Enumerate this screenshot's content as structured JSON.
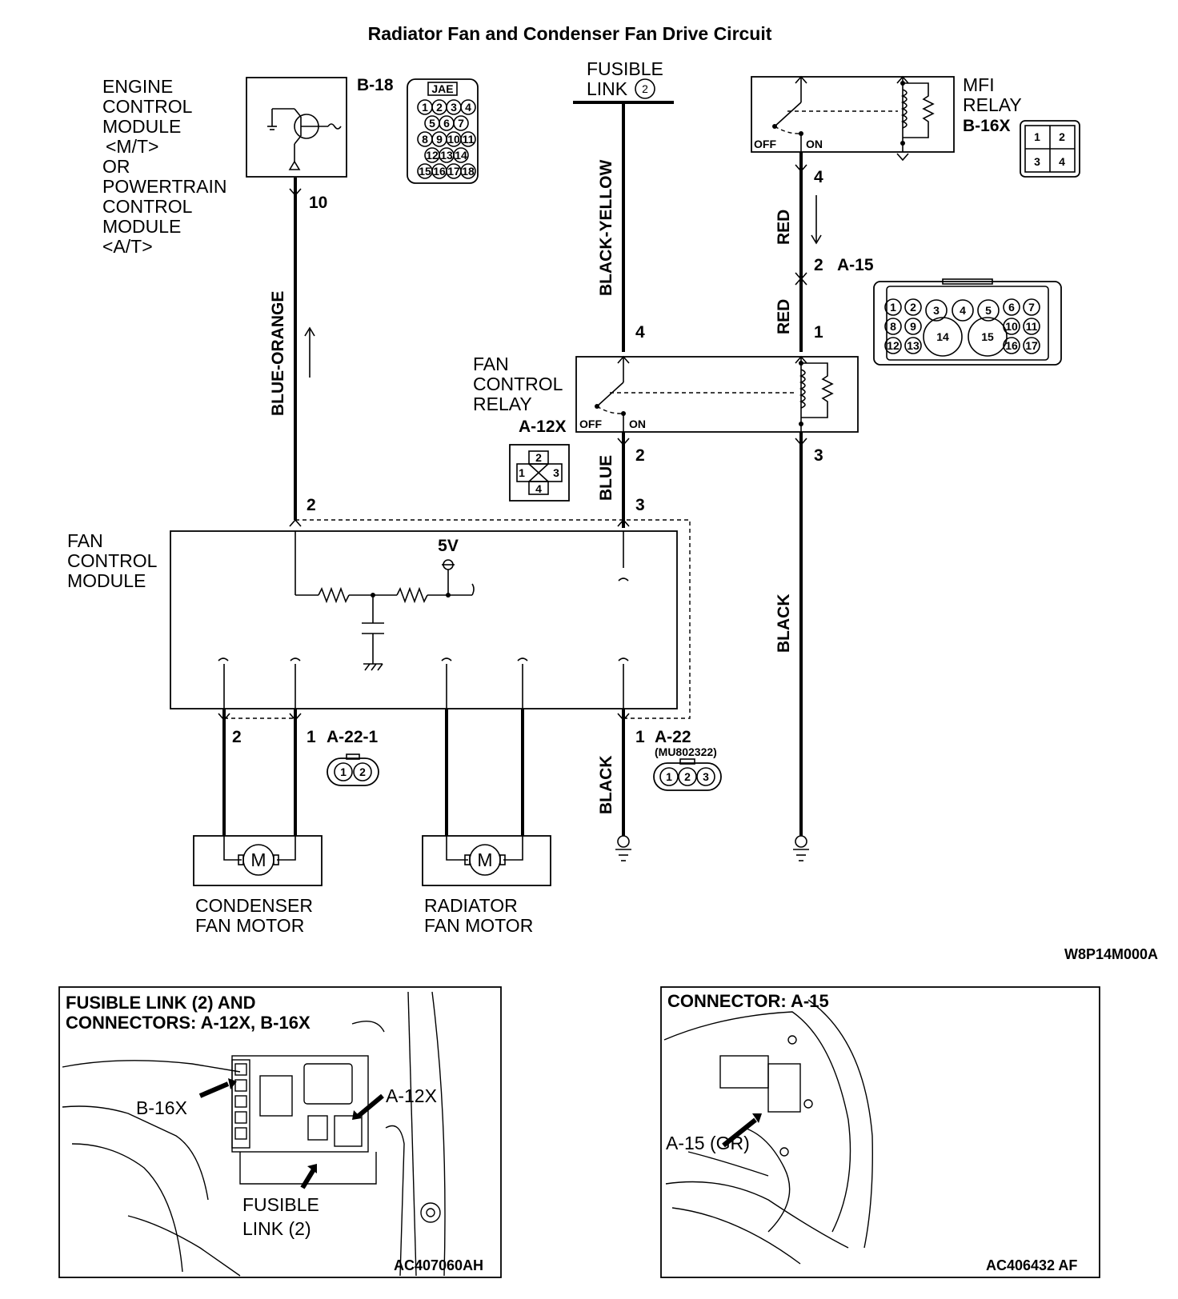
{
  "title": "Radiator Fan and Condenser Fan Drive Circuit",
  "ecm": {
    "label_lines": [
      "ENGINE",
      "CONTROL",
      "MODULE",
      "<M/T>",
      "OR",
      "POWERTRAIN",
      "CONTROL",
      "MODULE",
      "<A/T>"
    ],
    "connector": "B-18",
    "connector_brand": "JAE",
    "connector_pins": [
      "1",
      "2",
      "3",
      "4",
      "5",
      "6",
      "7",
      "8",
      "9",
      "10",
      "11",
      "12",
      "13",
      "14",
      "15",
      "16",
      "17",
      "18"
    ],
    "pin_top": "10"
  },
  "fusible_link": {
    "line1": "FUSIBLE",
    "line2": "LINK",
    "num": "2"
  },
  "mfi_relay": {
    "label_lines": [
      "MFI",
      "RELAY"
    ],
    "connector": "B-16X",
    "off": "OFF",
    "on": "ON",
    "pins": [
      "1",
      "2",
      "3",
      "4"
    ],
    "pin_out": "4"
  },
  "fan_relay": {
    "label_lines": [
      "FAN",
      "CONTROL",
      "RELAY"
    ],
    "connector": "A-12X",
    "off": "OFF",
    "on": "ON",
    "pins": [
      "1",
      "2",
      "3",
      "4"
    ],
    "pin_left_top": "4",
    "pin_left_bottom": "2",
    "pin_right_top": "1",
    "pin_right_bottom": "3"
  },
  "a15": {
    "connector": "A-15",
    "pin_top": "2",
    "pins": [
      "1",
      "2",
      "3",
      "4",
      "5",
      "6",
      "7",
      "8",
      "9",
      "10",
      "11",
      "12",
      "13",
      "14",
      "15",
      "16",
      "17"
    ]
  },
  "wires": {
    "blue_orange": "BLUE-ORANGE",
    "black_yellow": "BLACK-YELLOW",
    "red_top": "RED",
    "red_bottom": "RED",
    "blue": "BLUE",
    "black_right": "BLACK",
    "black_bottom": "BLACK"
  },
  "fcm": {
    "label_lines": [
      "FAN",
      "CONTROL",
      "MODULE"
    ],
    "voltage": "5V",
    "pin_top_left": "2",
    "pin_top_right": "3",
    "pin_bot_a": "2",
    "pin_bot_b": "1",
    "connector_a": "A-22-1",
    "pin_bot_c": "1",
    "connector_b": "A-22",
    "connector_b_part": "(MU802322)",
    "a22_1_pins": [
      "1",
      "2"
    ],
    "a22_pins": [
      "1",
      "2",
      "3"
    ]
  },
  "motors": {
    "condenser": [
      "CONDENSER",
      "FAN MOTOR"
    ],
    "radiator": [
      "RADIATOR",
      "FAN MOTOR"
    ],
    "symbol": "M"
  },
  "figure_code": "W8P14M000A",
  "panel_left": {
    "title_lines": [
      "FUSIBLE LINK (2) AND",
      "CONNECTORS: A-12X, B-16X"
    ],
    "callout_b16x": "B-16X",
    "callout_a12x": "A-12X",
    "callout_fl": [
      "FUSIBLE",
      "LINK (2)"
    ],
    "code": "AC407060AH"
  },
  "panel_right": {
    "title": "CONNECTOR: A-15",
    "callout": "A-15 (GR)",
    "code": "AC406432 AF"
  }
}
